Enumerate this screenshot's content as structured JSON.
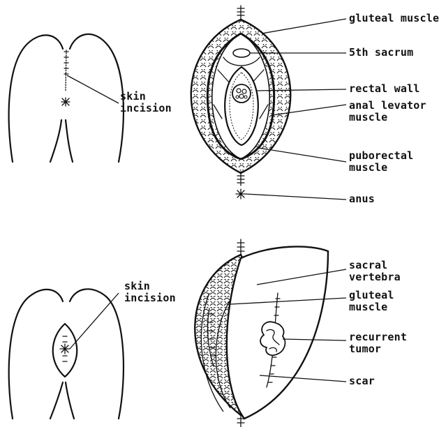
{
  "top_panel": {
    "skin_incision": [
      "skin",
      "incision"
    ],
    "labels": {
      "gluteal_muscle": "gluteal muscle",
      "fifth_sacrum": "5th sacrum",
      "rectal_wall": "rectal wall",
      "anal_levator": [
        "anal levator",
        "muscle"
      ],
      "puborectal": [
        "puborectal",
        "muscle"
      ],
      "anus": "anus"
    }
  },
  "bottom_panel": {
    "skin_incision": [
      "skin",
      "incision"
    ],
    "labels": {
      "sacral_vertebra": [
        "sacral",
        "vertebra"
      ],
      "gluteal_muscle": [
        "gluteal",
        "muscle"
      ],
      "recurrent_tumor": [
        "recurrent",
        "tumor"
      ],
      "scar": "scar"
    }
  }
}
